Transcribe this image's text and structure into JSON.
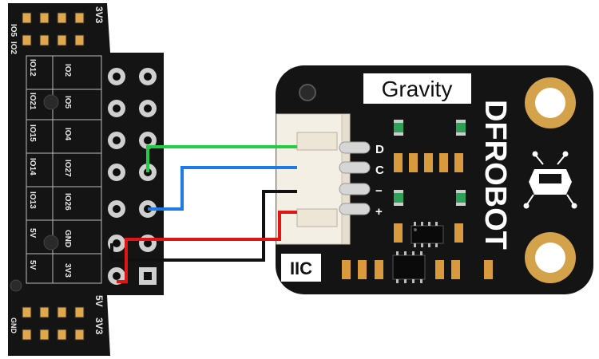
{
  "adapter_board": {
    "top_labels": [
      "IO2",
      "IO5",
      "3V3"
    ],
    "left_col_labels": [
      "IO12",
      "IO21",
      "IO15",
      "IO14",
      "IO13",
      "5V",
      "5V"
    ],
    "right_col_labels": [
      "IO2",
      "IO5",
      "IO4",
      "IO27",
      "IO26",
      "GND",
      "3V3"
    ],
    "bottom_labels": [
      "GND",
      "5V",
      "3V3"
    ]
  },
  "module": {
    "title": "Gravity",
    "brand": "DFROBOT",
    "interface": "IIC",
    "pins": [
      "D",
      "C",
      "−",
      "+"
    ]
  },
  "wires": [
    {
      "name": "data",
      "color": "#22cc44"
    },
    {
      "name": "clock",
      "color": "#1e7be6"
    },
    {
      "name": "ground",
      "color": "#111111"
    },
    {
      "name": "power",
      "color": "#e01515"
    }
  ],
  "colors": {
    "pcb": "#141414",
    "gold": "#d4a24a",
    "white_silk": "#ffffff"
  }
}
